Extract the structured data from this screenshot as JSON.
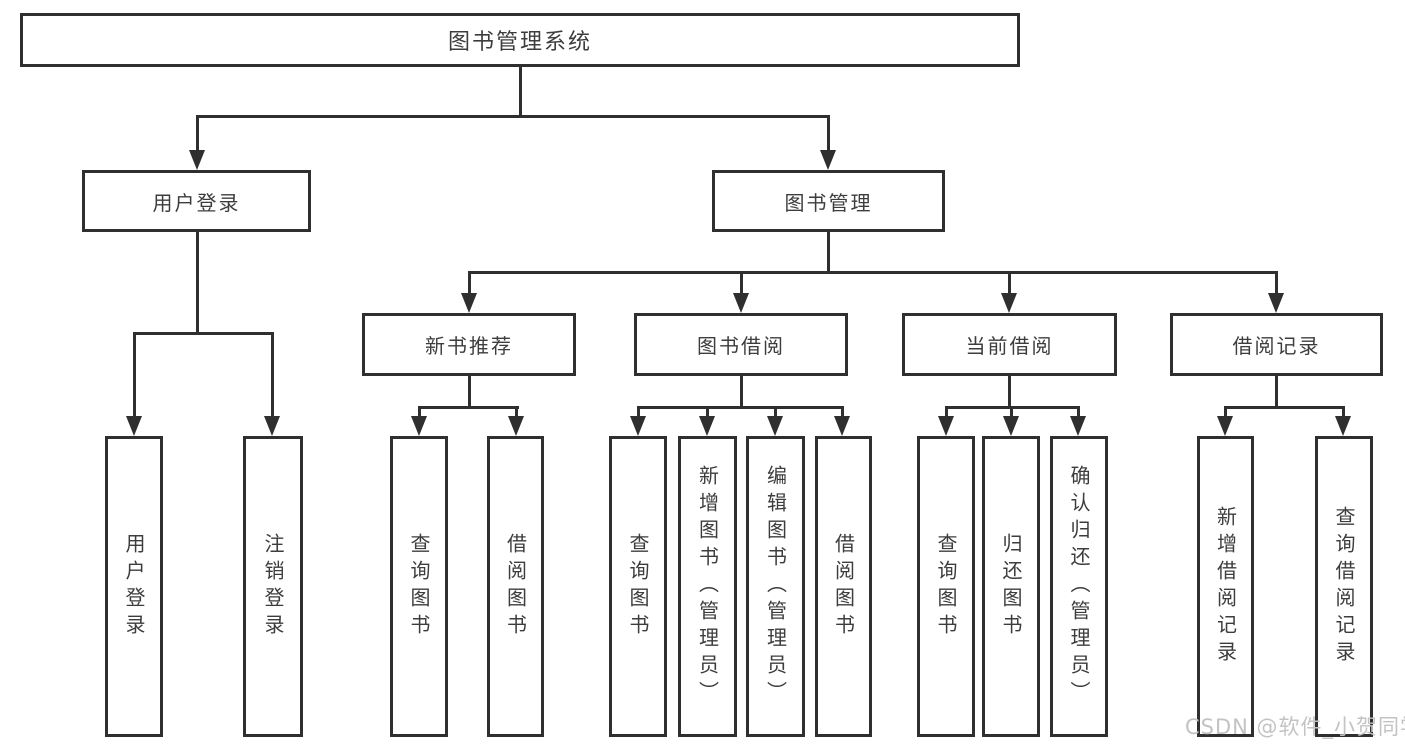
{
  "nodes": {
    "root": {
      "label": "图书管理系统"
    },
    "user_login": {
      "label": "用户登录"
    },
    "book_mgmt": {
      "label": "图书管理"
    },
    "new_rec": {
      "label": "新书推荐"
    },
    "borrow": {
      "label": "图书借阅"
    },
    "current": {
      "label": "当前借阅"
    },
    "record": {
      "label": "借阅记录"
    },
    "leaf_user_login": {
      "label": "用户登录"
    },
    "leaf_logout": {
      "label": "注销登录"
    },
    "rec_query": {
      "label": "查询图书"
    },
    "rec_borrow": {
      "label": "借阅图书"
    },
    "bor_query": {
      "label": "查询图书"
    },
    "bor_add": {
      "label": "新增图书（管理员）"
    },
    "bor_edit": {
      "label": "编辑图书（管理员）"
    },
    "bor_lend": {
      "label": "借阅图书"
    },
    "cur_query": {
      "label": "查询图书"
    },
    "cur_return": {
      "label": "归还图书"
    },
    "cur_confirm": {
      "label": "确认归还（管理员）"
    },
    "rcd_add": {
      "label": "新增借阅记录"
    },
    "rcd_query": {
      "label": "查询借阅记录"
    }
  },
  "hierarchy": {
    "root": [
      "user_login",
      "book_mgmt"
    ],
    "user_login": [
      "leaf_user_login",
      "leaf_logout"
    ],
    "book_mgmt": [
      "new_rec",
      "borrow",
      "current",
      "record"
    ],
    "new_rec": [
      "rec_query",
      "rec_borrow"
    ],
    "borrow": [
      "bor_query",
      "bor_add",
      "bor_edit",
      "bor_lend"
    ],
    "current": [
      "cur_query",
      "cur_return",
      "cur_confirm"
    ],
    "record": [
      "rcd_add",
      "rcd_query"
    ]
  },
  "watermark": {
    "text": "CSDN @软件_小贺同学"
  },
  "colors": {
    "line": "#2f2f2f",
    "text": "#3d3d3d",
    "watermark": "#c3c3c3",
    "background": "#ffffff"
  }
}
